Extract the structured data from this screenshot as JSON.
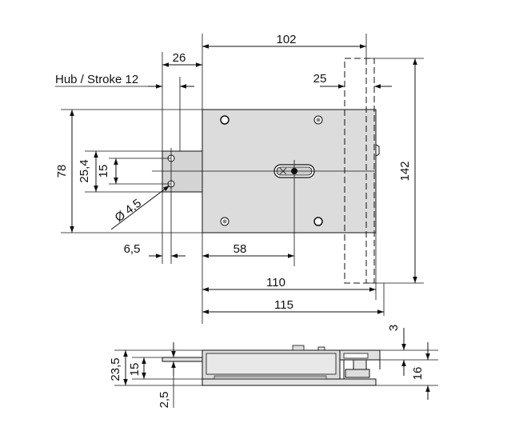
{
  "top_view": {
    "dim_102": "102",
    "dim_26": "26",
    "dim_25": "25",
    "dim_78": "78",
    "dim_25_4": "25,4",
    "dim_15": "15",
    "dim_dia": "Ø 4,5",
    "dim_6_5": "6,5",
    "dim_58": "58",
    "dim_110": "110",
    "dim_115": "115",
    "dim_142": "142",
    "stroke_label": "Hub / Stroke 12"
  },
  "side_view": {
    "dim_23_5": "23,5",
    "dim_15": "15",
    "dim_2_5": "2,5",
    "dim_3": "3",
    "dim_16": "16"
  },
  "colors": {
    "body_fill": "#dcdcdc",
    "line": "#111111"
  }
}
